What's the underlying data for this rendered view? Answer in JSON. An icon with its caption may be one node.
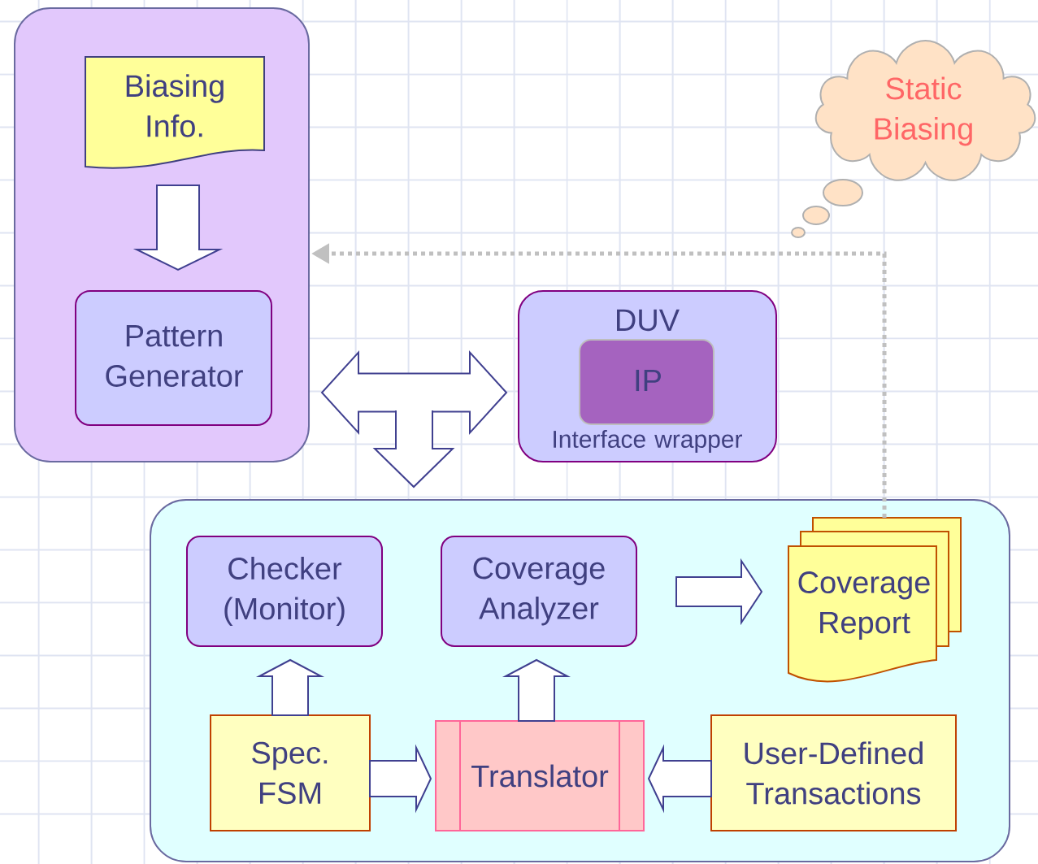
{
  "diagram": {
    "nodes": [
      {
        "text": [],
        "shape": "box"
      },
      {
        "text": [
          "Biasing Info."
        ],
        "in": 0
      },
      {
        "text": [
          "Pattern Generator"
        ],
        "in": 0
      },
      {
        "text": [
          "DUV",
          "Interface wrapper"
        ]
      },
      {
        "text": [
          "IP"
        ],
        "in": 3
      },
      {
        "text": [
          "Static Biasing"
        ]
      },
      {
        "text": [],
        "shape": "box"
      },
      {
        "text": [
          "Checker (Monitor)"
        ],
        "in": 6
      },
      {
        "text": [
          "Coverage Analyzer"
        ],
        "in": 6
      },
      {
        "text": [
          "Coverage Report"
        ],
        "in": 6
      },
      {
        "text": [
          "Spec. FSM"
        ],
        "in": 6
      },
      {
        "text": [
          "Translator"
        ],
        "in": 6
      },
      {
        "text": [
          "User-Defined Transactions"
        ],
        "in": 6
      }
    ],
    "edges": [
      {
        "from": 1,
        "to": 2,
        "arrow": "to"
      },
      {
        "from": 0,
        "to": 3,
        "arrow": "both"
      },
      {
        "from": 0,
        "to": 6,
        "arrow": "to"
      },
      {
        "from": 9,
        "to": 0,
        "arrow": "to",
        "style": "dashed",
        "color": "#c0c0c0"
      },
      {
        "from": 8,
        "to": 9,
        "arrow": "to"
      },
      {
        "from": 10,
        "to": 7,
        "arrow": "to"
      },
      {
        "from": 11,
        "to": 8,
        "arrow": "to"
      },
      {
        "from": 10,
        "to": 11,
        "arrow": "to"
      },
      {
        "from": 12,
        "to": 11,
        "arrow": "to"
      }
    ]
  }
}
